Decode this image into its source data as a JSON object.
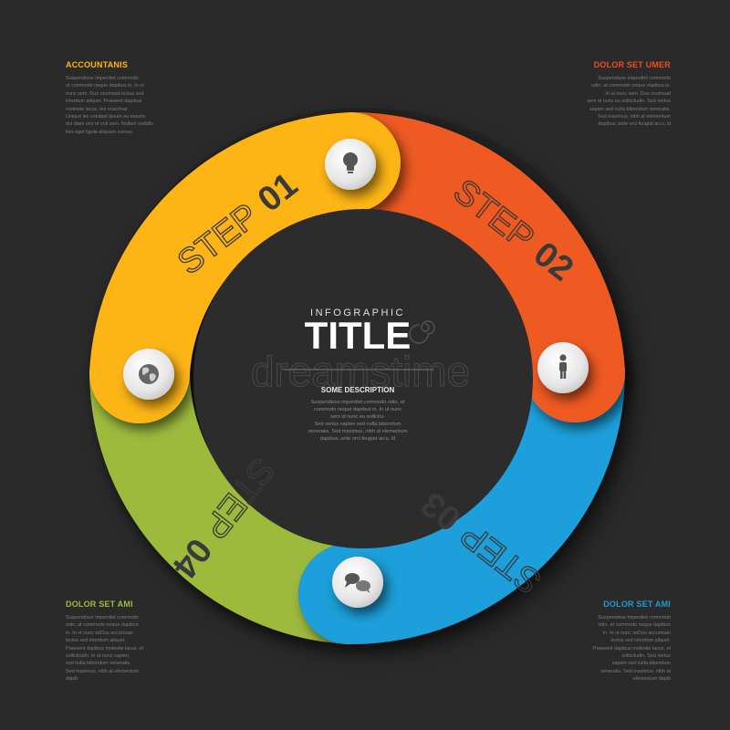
{
  "corners": {
    "top_left": {
      "title": "ACCOUNTANIS",
      "color": "#fdb515",
      "lines": [
        "Suspendisse imperdiet commodo",
        "ut commodo neque dapibus in. In ut",
        "nunc sem. Duo ocumsad lectus sed",
        "interdum aliquet. Praesent dapibus",
        "molestie lacus, tes ocacimar.",
        "Unique lec volutpat ipsum eu mauris.",
        "dui diam orci et vuli sem. Nullam sodalis",
        "hes eget ligula aliquam cursus."
      ]
    },
    "top_right": {
      "title": "DOLOR SET UMER",
      "color": "#ee4d23",
      "lines": [
        "Suspendisse imperdiet commodo",
        "odio, at commodo neque dapibus in.",
        "In ut nunc sem. Duo ocumsad",
        "sem id nunc eu sollicitudin. Sed vertus",
        "sapien sed nulla bibendum veneratis.",
        "Sed maximus, nibh at elementum",
        "dapibus, ante orci feugiat arcu, id"
      ]
    },
    "bottom_left": {
      "title": "DOLOR SET AMI",
      "color": "#9cbb3c",
      "lines": [
        "Suspendisse imperdiet commodo",
        "odio, at commodo neque dapibus",
        "in. In ut nunc seDuo accumsan",
        "lectus sed interdum aliquet.",
        "Praesent dapibus molestie lacus, et",
        "sollicitudin. In ut nunc sapien",
        "sed nulla bibendum veneratis.",
        "Sed maximus, nibh at elementum",
        "dapib"
      ]
    },
    "bottom_right": {
      "title": "DOLOR SET AMI",
      "color": "#1e9cd8",
      "lines": [
        "Suspendisse imperdiet commodo",
        "odio, at commodo neque dapibus",
        "in. In ut nunc seDuo accumsan",
        "lectus sed interdum aliquet.",
        "Praesent dapibus molestie lacus, et",
        "sollicitudin. Sed vertus",
        "sapien sed nulla bibendum",
        "veneratis. Sed maximus, nibh at",
        "elementum dapib"
      ]
    }
  },
  "center": {
    "kicker": "INFOGRAPHIC",
    "title": "TITLE",
    "watermark": "dreamstime",
    "subtitle": "SOME DESCRIPTION",
    "lines": [
      "Suspendisse imperdiet commodo odio, at",
      "commodo neque dapibus in. In ut nunc",
      "sem id nunc eu sollicitu-",
      "Sed vertus sapien sed nulla bibendum",
      "veneratis. Sed maximus, nibh at elementum",
      "dapibus, ante orci feugiat arcu, id"
    ]
  },
  "steps": [
    {
      "word": "STEP",
      "num": "01",
      "color": "#fdb515",
      "icon": "lightbulb-icon"
    },
    {
      "word": "STEP",
      "num": "02",
      "color": "#ee5a24",
      "icon": "person-icon"
    },
    {
      "word": "STEP",
      "num": "03",
      "color": "#1f9fda",
      "icon": "chat-bubbles-icon"
    },
    {
      "word": "STEP",
      "num": "04",
      "color": "#9dba3d",
      "icon": "globe-icon"
    }
  ]
}
